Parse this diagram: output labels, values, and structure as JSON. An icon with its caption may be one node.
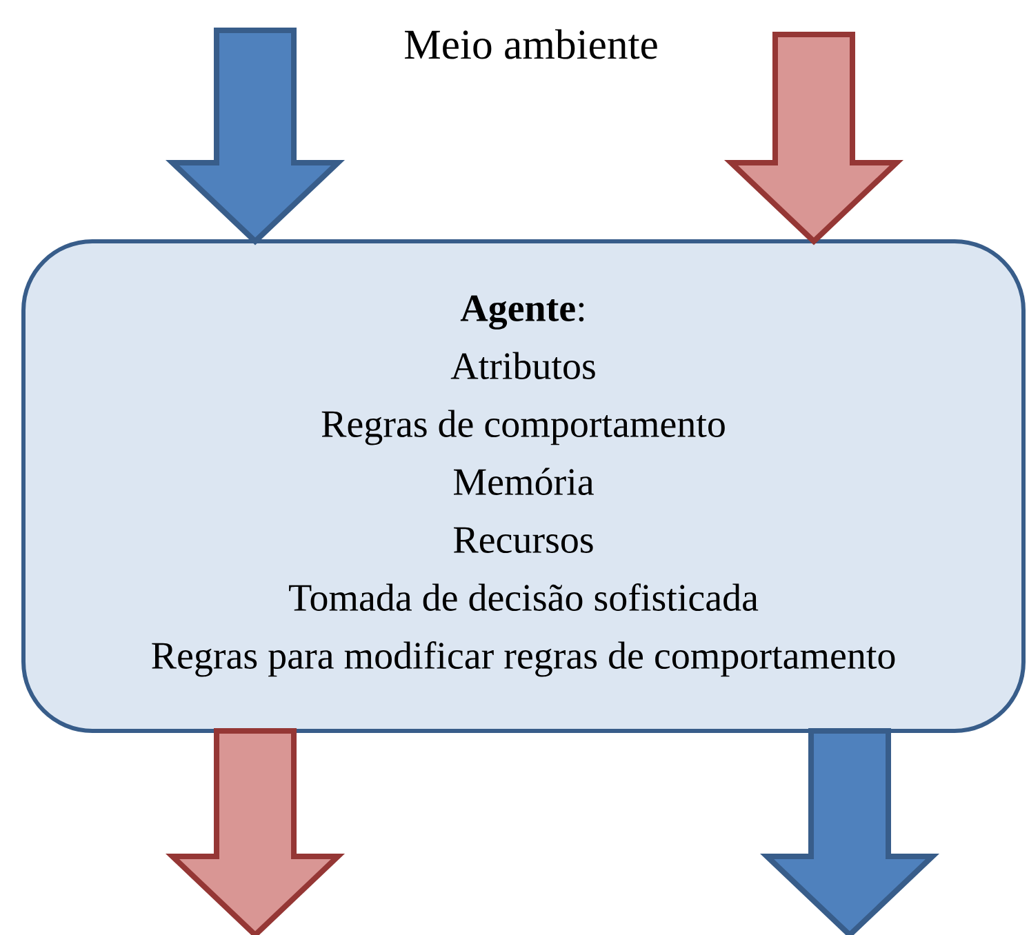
{
  "diagram": {
    "nodes": [
      {
        "text": [
          "Meio ambiente"
        ]
      },
      {
        "text": [
          "**Agente**:",
          "Atributos",
          "Regras de comportamento",
          "Memória",
          "Recursos",
          "Tomada de decisão sofisticada",
          "Regras para modificar regras de comportamento"
        ]
      }
    ],
    "edges": [
      {
        "from": 0,
        "to": 1,
        "arrow": "to",
        "color": "#4f81bd"
      },
      {
        "from": 0,
        "to": 1,
        "arrow": "to",
        "color": "#d99694"
      },
      {
        "from": 1,
        "to": null,
        "arrow": "to",
        "color": "#d99694"
      },
      {
        "from": 1,
        "to": null,
        "arrow": "to",
        "color": "#4f81bd"
      }
    ]
  }
}
